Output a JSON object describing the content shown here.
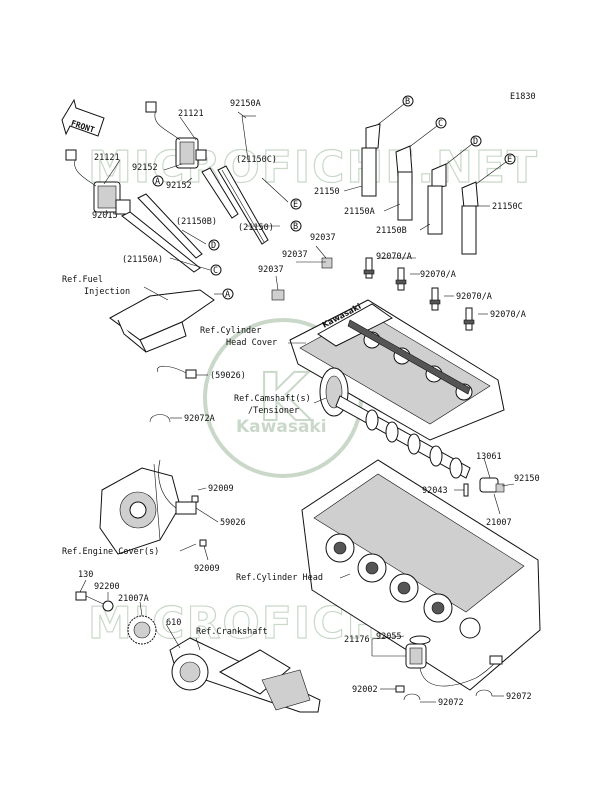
{
  "diagram_code": "E1830",
  "front_label": "FRONT",
  "watermark": {
    "site": "MICROFICHE.NET",
    "brand": "Kawasaki",
    "logo_letter": "K"
  },
  "callout_circles": [
    "A",
    "B",
    "C",
    "D",
    "E"
  ],
  "part_labels": {
    "p21121_top": "21121",
    "p92150A": "92150A",
    "p21121_left": "21121",
    "p92152_a": "92152",
    "p92152_b": "92152",
    "p21150C_paren": "(21150C)",
    "p21150B_paren": "(21150B)",
    "p21150_paren": "(21150)",
    "p92015": "92015",
    "p21150A_paren": "(21150A)",
    "p21150": "21150",
    "p21150A": "21150A",
    "p21150B": "21150B",
    "p21150C": "21150C",
    "p92037_a": "92037",
    "p92037_b": "92037",
    "p92037_c": "92037",
    "p92070A_1": "92070/A",
    "p92070A_2": "92070/A",
    "p92070A_3": "92070/A",
    "p92070A_4": "92070/A",
    "p59026_paren": "(59026)",
    "p92072A": "92072A",
    "p92009_a": "92009",
    "p59026": "59026",
    "p92009_b": "92009",
    "p13061": "13061",
    "p92150": "92150",
    "p92043": "92043",
    "p21007": "21007",
    "p130": "130",
    "p92200": "92200",
    "p21007A": "21007A",
    "p610": "610",
    "p21176": "21176",
    "p92055": "92055",
    "p92002": "92002",
    "p92072_a": "92072",
    "p92072_b": "92072"
  },
  "ref_labels": {
    "fuel_injection_1": "Ref.Fuel",
    "fuel_injection_2": "Injection",
    "cyl_head_cover_1": "Ref.Cylinder",
    "cyl_head_cover_2": "Head Cover",
    "camshaft_1": "Ref.Camshaft(s)",
    "camshaft_2": "/Tensioner",
    "engine_cover": "Ref.Engine Cover(s)",
    "cyl_head": "Ref.Cylinder Head",
    "crankshaft": "Ref.Crankshaft"
  }
}
